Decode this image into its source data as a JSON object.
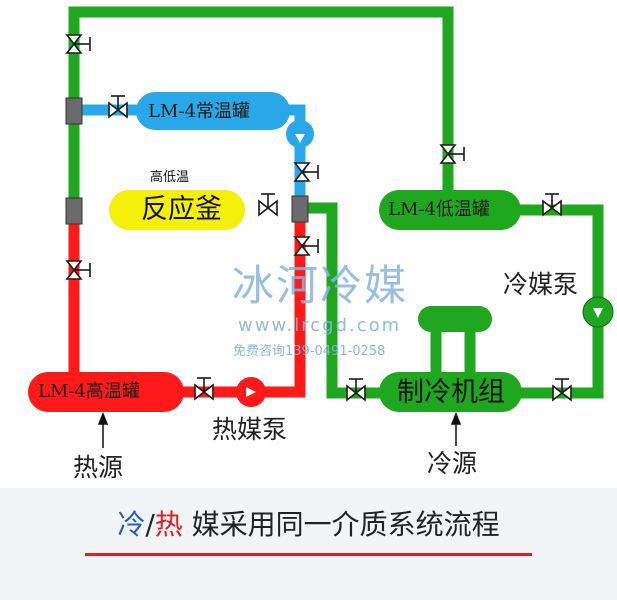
{
  "tanks": {
    "normal_temp": "LM-4常温罐",
    "low_temp": "LM-4低温罐",
    "high_temp": "LM-4高温罐",
    "reactor": "反应釜",
    "chiller": "制冷机组"
  },
  "labels": {
    "reactor_range": "高低温",
    "coolant_pump": "冷媒泵",
    "heat_pump": "热媒泵",
    "heat_source": "热源",
    "cold_source": "冷源"
  },
  "watermark": {
    "name": "冰河冷媒",
    "url": "www.lrcgd.com",
    "phone": "免费咨询139-0491-0258"
  },
  "caption": {
    "cold": "冷",
    "slash": "/",
    "hot": "热",
    "rest": " 媒采用同一介质系统流程"
  },
  "colors": {
    "cold_loop": "#1fa71f",
    "hot_loop": "#ff1a1a",
    "normal_loop": "#28a8e8",
    "reactor": "#f4f00a",
    "valve": "#1a1a1a"
  }
}
